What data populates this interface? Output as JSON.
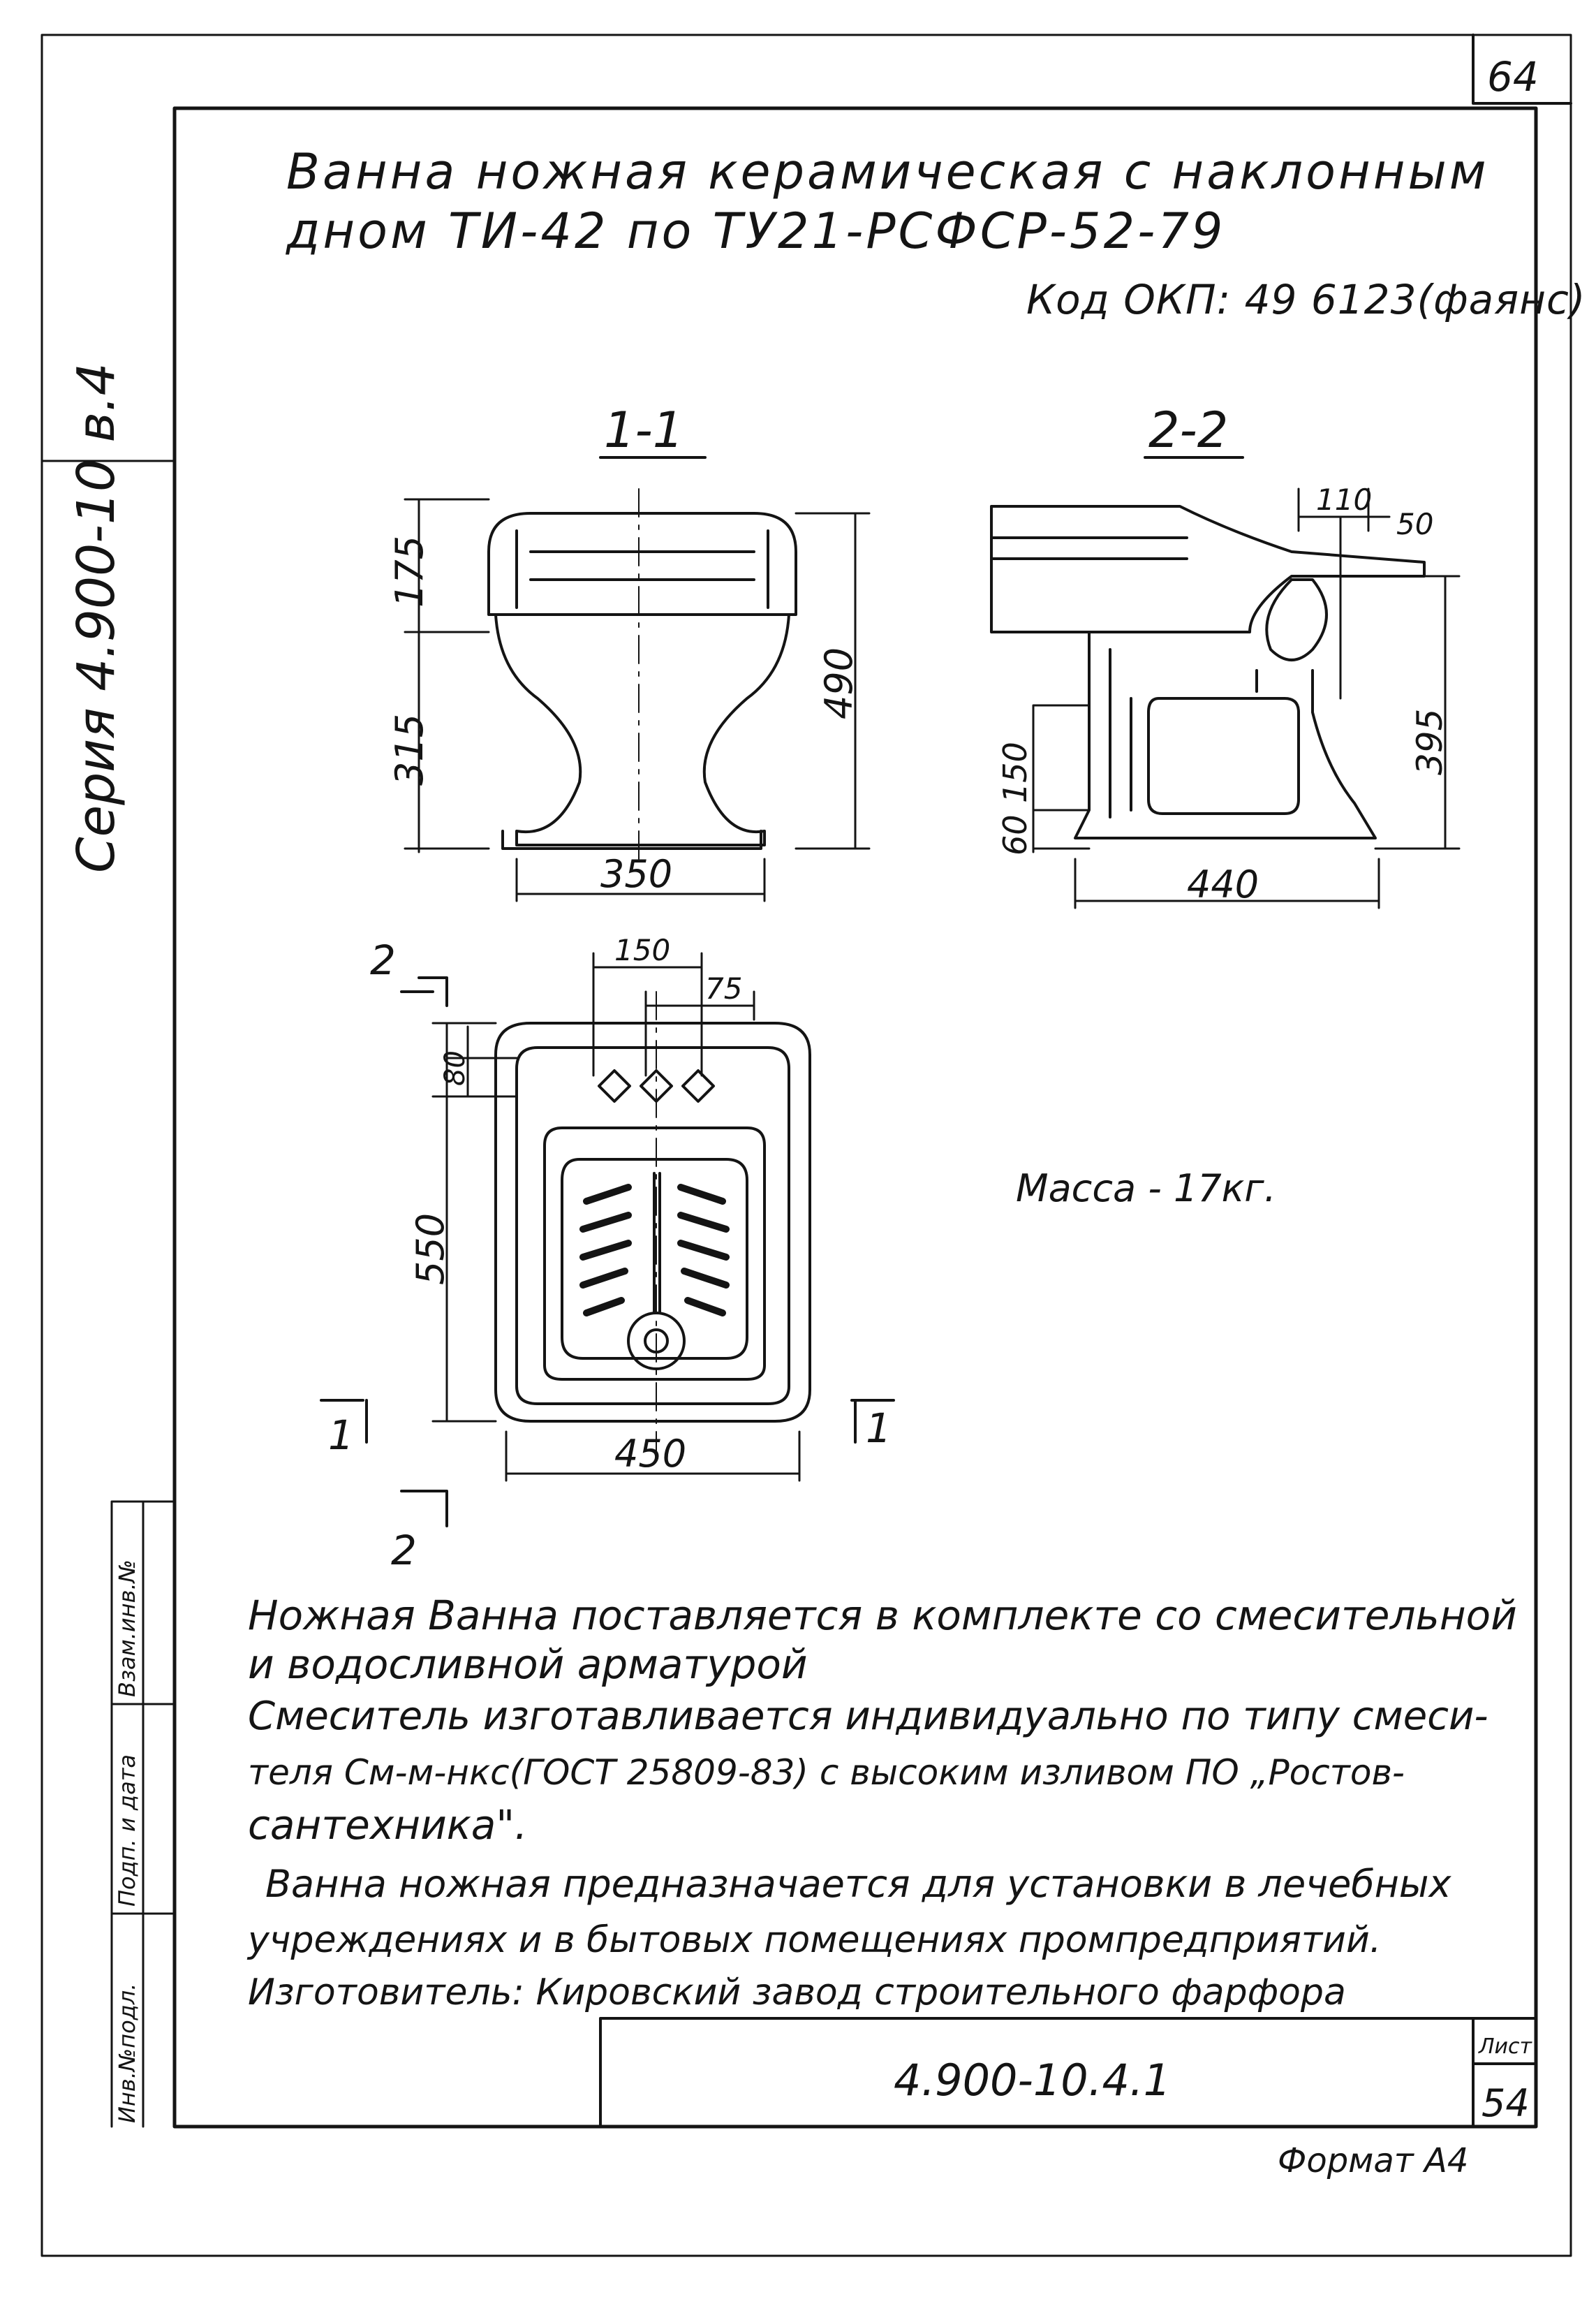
{
  "sheet_corner_number": "64",
  "title_line1": "Ванна ножная керамическая с наклонным",
  "title_line2": "дном ТИ-42 по ТУ21-РСФСР-52-79",
  "code_okp": "Код ОКП: 49 6123(фаянс)",
  "series_label": "Серия 4.900-10 в.4",
  "section_1_label": "1-1",
  "section_2_label": "2-2",
  "dimensions": {
    "s1_top_height": "175",
    "s1_lower_height": "315",
    "s1_total_height": "490",
    "s1_width": "350",
    "s2_offset_top": "110",
    "s2_offset_right": "50",
    "s2_height_150": "150",
    "s2_height_60": "60",
    "s2_height_395": "395",
    "s2_width": "440",
    "plan_150": "150",
    "plan_75": "75",
    "plan_80": "80",
    "plan_550": "550",
    "plan_450": "450"
  },
  "cut_marks": {
    "two_top": "2",
    "two_bottom": "2",
    "one_left": "1",
    "one_right": "1"
  },
  "mass_label": "Масса - 17кг.",
  "notes": [
    "Ножная Ванна поставляется в комплекте со смесительной",
    "и водосливной арматурой",
    "Смеситель изготавливается индивидуально по типу смеси-",
    "теля См-м-нкс(ГОСТ 25809-83) с высоким изливом ПО „Ростов-",
    "сантехника\".",
    "Ванна ножная предназначается для установки в лечебных",
    "учреждениях и в бытовых помещениях промпредприятий.",
    "Изготовитель: Кировский завод строительного фарфора"
  ],
  "stamp_labels": [
    "Инв.№подл.",
    "Подп. и дата",
    "Взам.инв.№"
  ],
  "doc_number": "4.900-10.4.1",
  "sheet_label": "Лист",
  "sheet_number": "54",
  "format_label": "Формат А4"
}
